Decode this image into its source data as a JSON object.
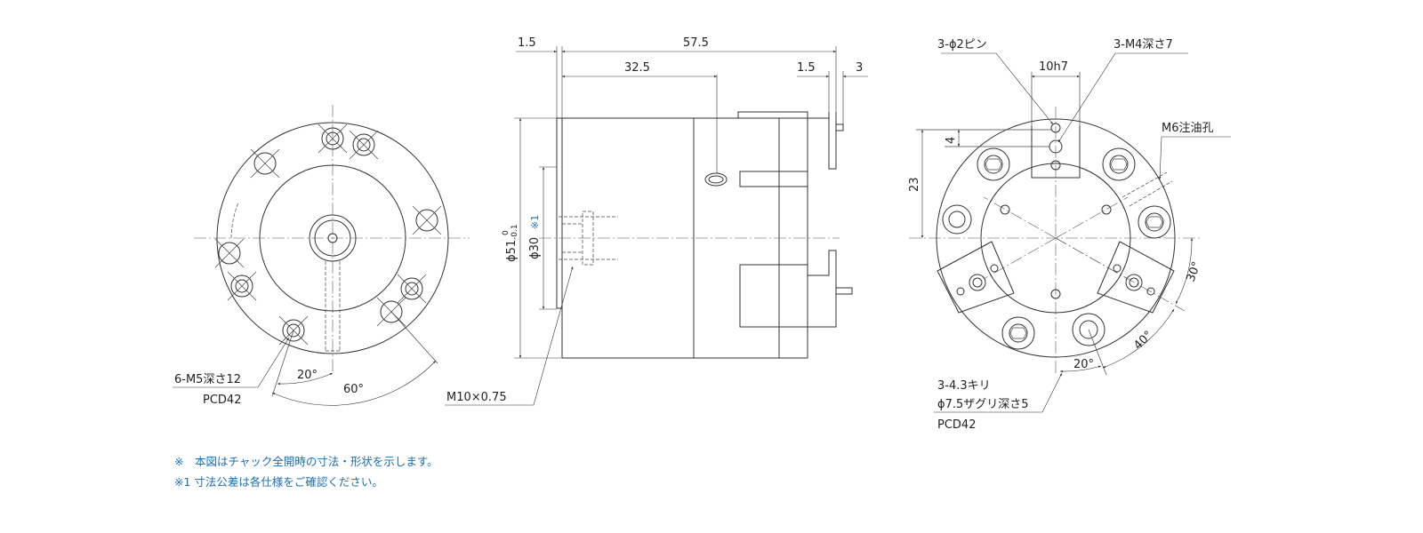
{
  "left_view": {
    "hole_callout": "6-M5深さ12",
    "pcd": "PCD42",
    "angle_small": "20°",
    "angle_large": "60°"
  },
  "side_view": {
    "dim_1_5_left": "1.5",
    "dim_overall": "57.5",
    "dim_32_5": "32.5",
    "dim_1_5_right": "1.5",
    "dim_3": "3",
    "dia_51_symbol": "ϕ51",
    "dia_51_tol_upper": "0",
    "dia_51_tol_lower": "-0.1",
    "dia_30": "ϕ30",
    "dia_30_note": "※1",
    "thread": "M10×0.75"
  },
  "right_view": {
    "pins": "3-ϕ2ピン",
    "width_10h7": "10h7",
    "tap_m4": "3-M4深さ7",
    "oil_port": "M6注油孔",
    "dim_4": "4",
    "dim_23": "23",
    "angle_30": "30°",
    "angle_40": "40°",
    "angle_20": "20°",
    "drill_1": "3-4.3キリ",
    "drill_2": "ϕ7.5ザグリ深さ5",
    "pcd": "PCD42"
  },
  "notes": {
    "note_1": "※　本図はチャック全開時の寸法・形状を示します。",
    "note_2": "※1 寸法公差は各仕様をご確認ください。"
  }
}
